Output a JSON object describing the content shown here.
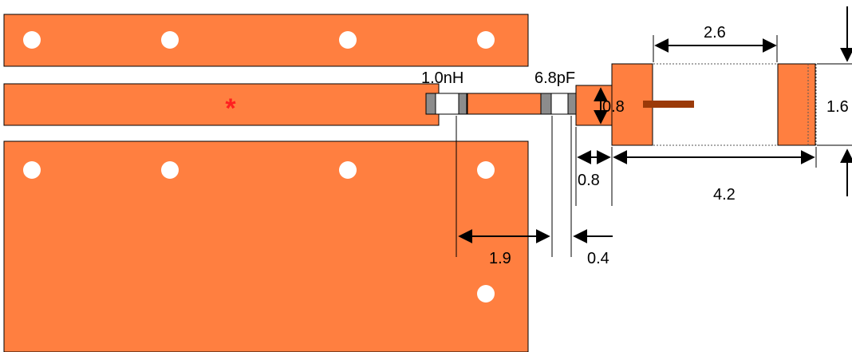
{
  "colors": {
    "copper": "#ff7f40",
    "pad_outline": "#000000",
    "via": "#ffffff",
    "solder_cap": "#8c8c8c",
    "feed_stub": "#9b3a09",
    "marker": "#ff2020",
    "dimension": "#000000"
  },
  "icons": {
    "feed_marker": "asterisk-icon"
  },
  "components": {
    "inductor": "1.0nH",
    "capacitor": "6.8pF"
  },
  "feed_marker_symbol": "*",
  "dimensions": {
    "pad_gap": "2.6",
    "pad_height": "1.6",
    "trace_width": "0.8",
    "trace_to_pad": "0.8",
    "pad_span": "4.2",
    "inductor_to_cap": "1.9",
    "cap_to_trace": "0.4"
  }
}
